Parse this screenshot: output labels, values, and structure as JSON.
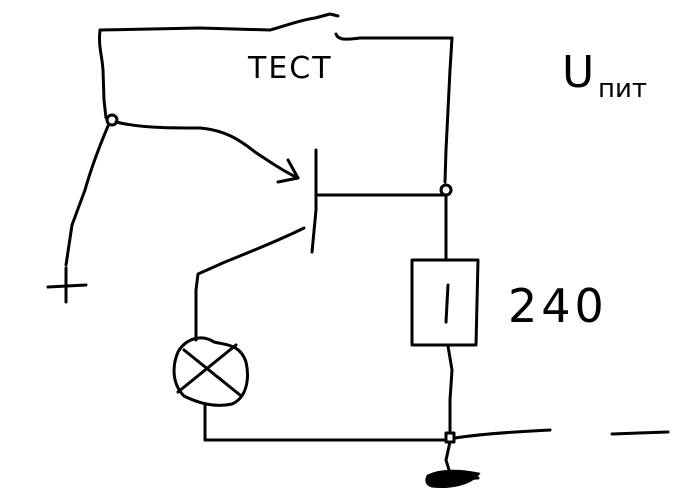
{
  "labels": {
    "test": "TECT",
    "u_main": "U",
    "u_sub": "пит",
    "resistor_value": "240",
    "plus_sign": "+",
    "minus_sign": "—"
  },
  "components": [
    {
      "name": "test-switch",
      "label": "TECT"
    },
    {
      "name": "transistor"
    },
    {
      "name": "lamp"
    },
    {
      "name": "resistor",
      "value": "240"
    },
    {
      "name": "ground"
    }
  ],
  "colors": {
    "ink": "#000000",
    "background": "#ffffff"
  }
}
